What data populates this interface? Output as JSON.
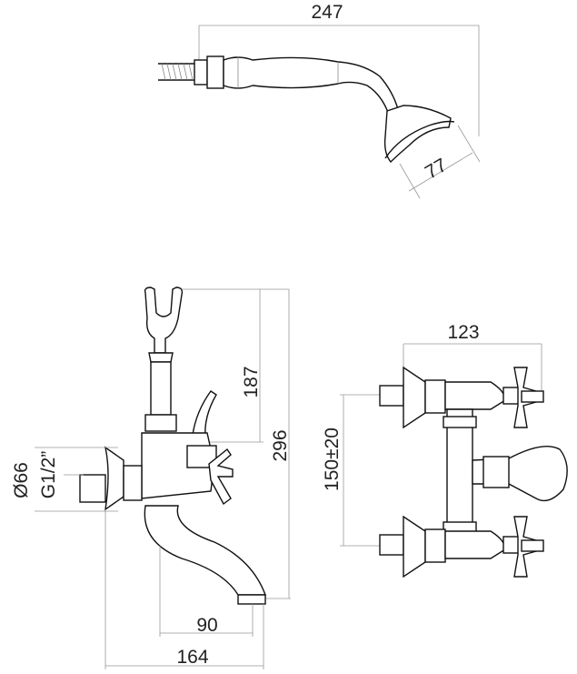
{
  "dimensions": {
    "shower_length": "247",
    "shower_head_diameter": "77",
    "holder_height": "187",
    "total_height": "296",
    "rosette_diameter": "Ø66",
    "thread": "G1/2”",
    "spout_reach": "90",
    "total_projection": "164",
    "width": "123",
    "center_distance": "150±20"
  }
}
